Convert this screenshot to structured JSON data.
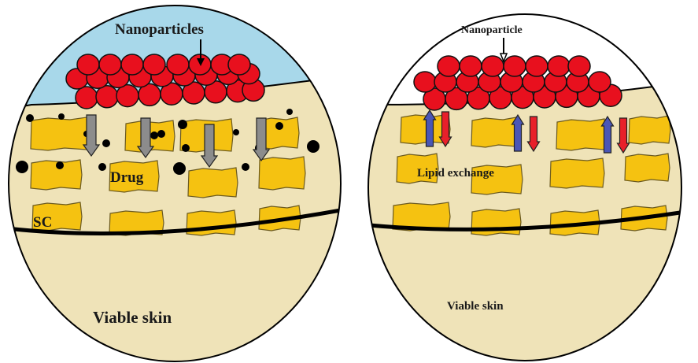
{
  "left_panel": {
    "title": "Nanoparticles",
    "drug_label": "Drug",
    "sc_label": "SC",
    "viable_label": "Viable skin"
  },
  "right_panel": {
    "title": "Nanoparticle",
    "exchange_label": "Lipid exchange",
    "viable_label": "Viable skin"
  },
  "colors": {
    "sky": "#a8d8ea",
    "skin": "#efe3b8",
    "corneocyte": "#f5c211",
    "nanoparticle": "#e8101e",
    "drug_arrow": "#8c8c8c",
    "inflow_arrow": "#4a56b5",
    "outflow_arrow": "#e8202a",
    "outline": "#000000"
  }
}
